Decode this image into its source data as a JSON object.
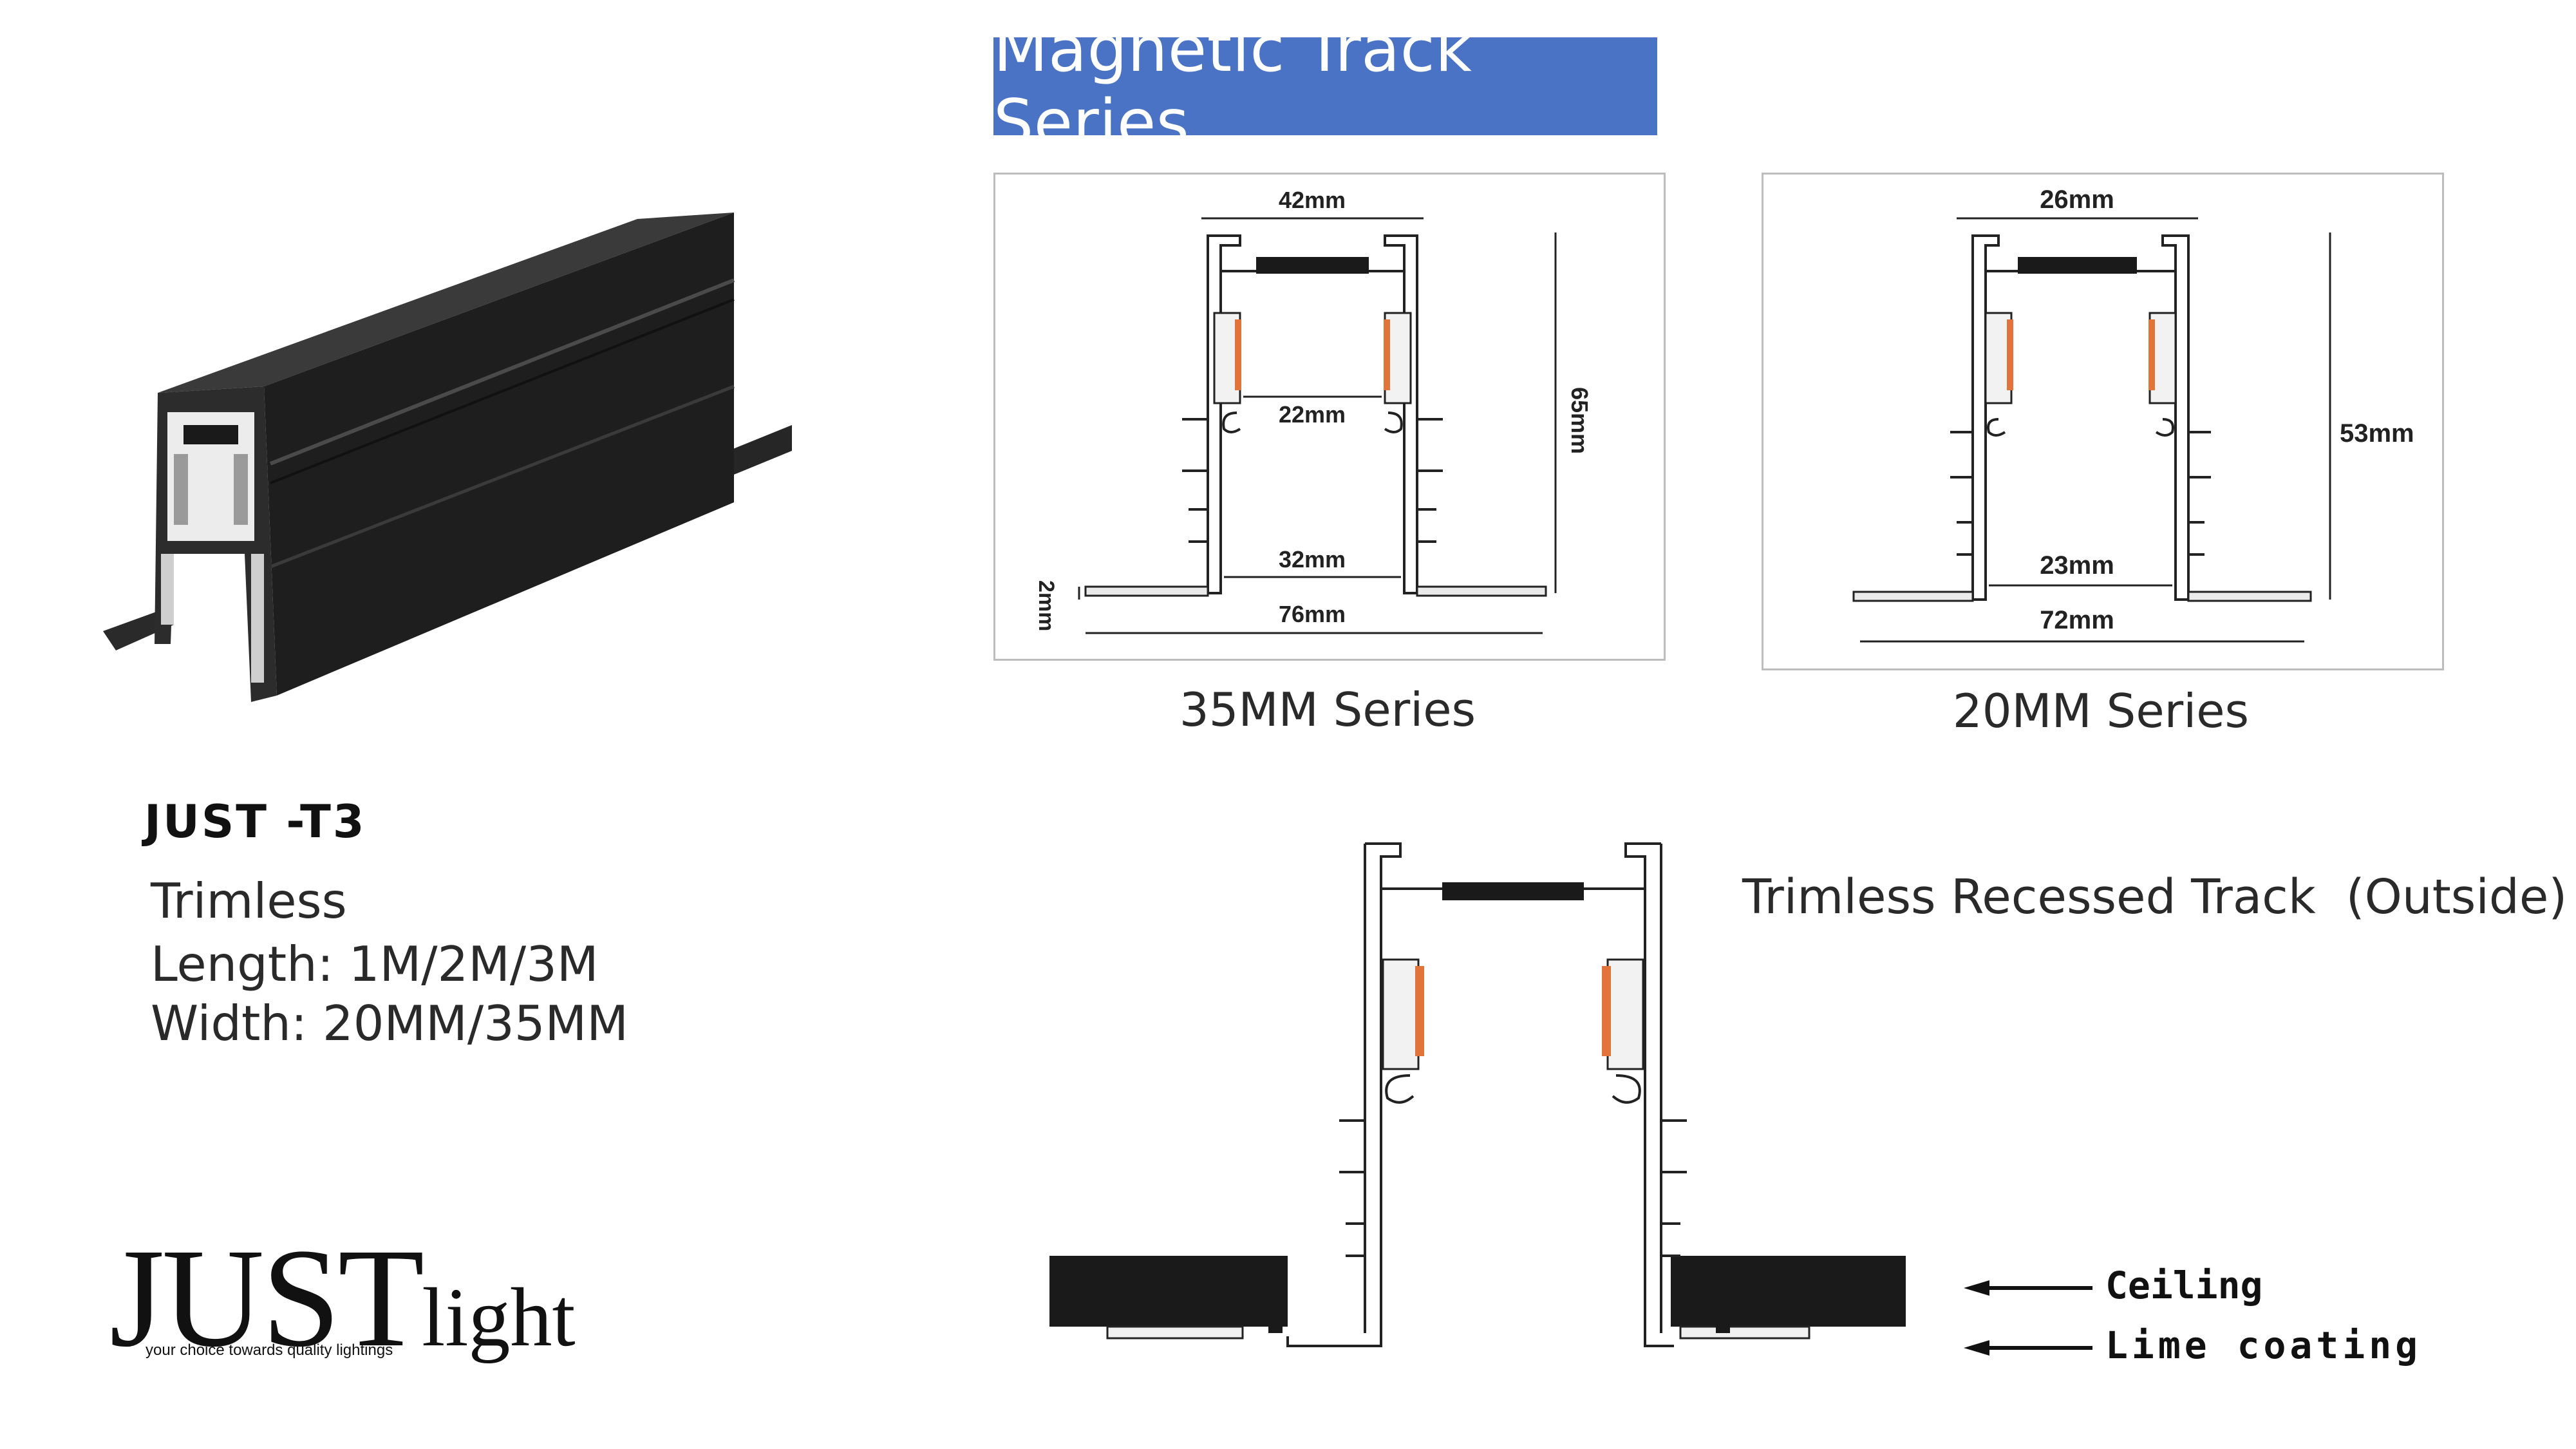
{
  "banner": {
    "title": "Magnetic Track Series"
  },
  "series35": {
    "caption": "35MM Series",
    "dims": {
      "top": "42mm",
      "inner": "22mm",
      "height": "65mm",
      "base": "32mm",
      "overall": "76mm",
      "lip": "2mm"
    }
  },
  "series20": {
    "caption": "20MM Series",
    "dims": {
      "top": "26mm",
      "height": "53mm",
      "base": "23mm",
      "overall": "72mm"
    }
  },
  "product": {
    "model": "JUST -T3",
    "type": "Trimless",
    "length": "Length: 1M/2M/3M",
    "width": "Width: 20MM/35MM"
  },
  "install": {
    "title": "Trimless Recessed Track  (Outside)",
    "ceiling_label": "Ceiling",
    "lime_label": "Lime coating"
  },
  "logo": {
    "brand_main": "JUST",
    "brand_suffix": "light",
    "tagline": "your choice towards quality lightings"
  },
  "colors": {
    "banner": "#4a73c5",
    "contact": "#e0743a",
    "profile": "#1a1a1a"
  }
}
